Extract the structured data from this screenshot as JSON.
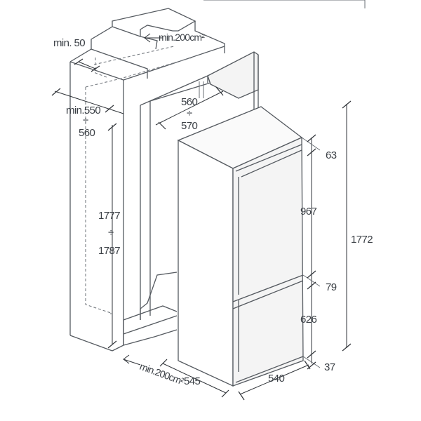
{
  "labels": {
    "min_50": "min. 50",
    "vent_top": "min.200cm²",
    "vent_bottom": "min.200cm²",
    "niche_depth": "min.550",
    "niche_depth_range_top": "÷",
    "niche_depth_range_bottom": "560",
    "niche_width_top": "560",
    "niche_width_sep": "÷",
    "niche_width_bottom": "570",
    "niche_height_top": "1777",
    "niche_height_sep": "÷",
    "niche_height_bottom": "1787",
    "dim_63": "63",
    "dim_967": "967",
    "dim_1772": "1772",
    "dim_79": "79",
    "dim_626": "626",
    "dim_37": "37",
    "dim_545": "545",
    "dim_540": "540"
  }
}
